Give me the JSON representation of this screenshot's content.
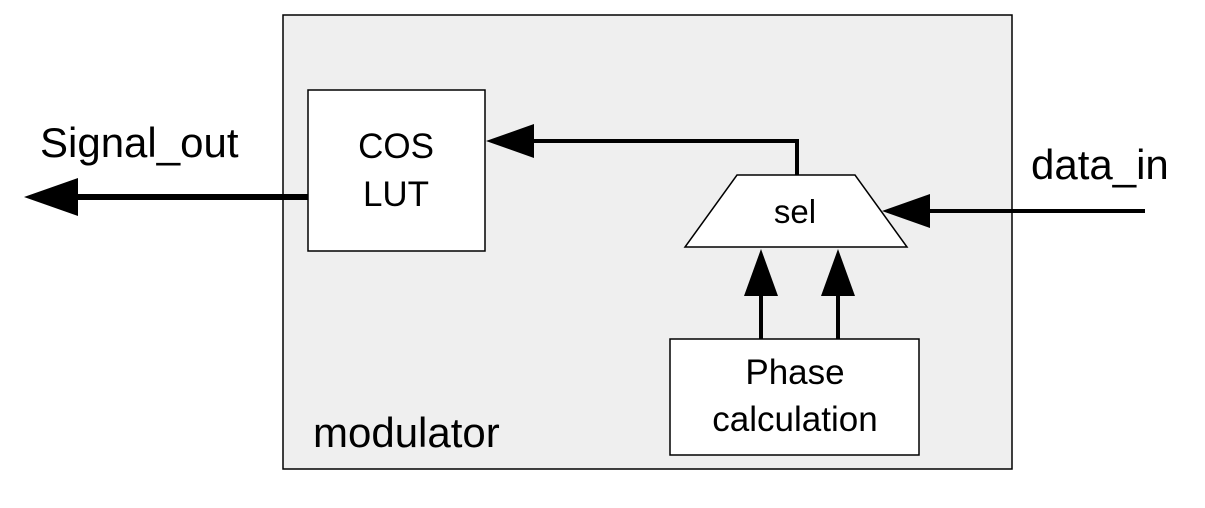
{
  "diagram": {
    "module": {
      "label": "modulator",
      "fill": "#efefef"
    },
    "cos_lut": {
      "line1": "COS",
      "line2": "LUT"
    },
    "selector": {
      "label": "sel"
    },
    "phase_calc": {
      "line1": "Phase",
      "line2": "calculation"
    },
    "ports": {
      "output": "Signal_out",
      "input": "data_in"
    },
    "colors": {
      "stroke": "#000000",
      "box_fill": "#ffffff",
      "background": "#ffffff"
    }
  }
}
